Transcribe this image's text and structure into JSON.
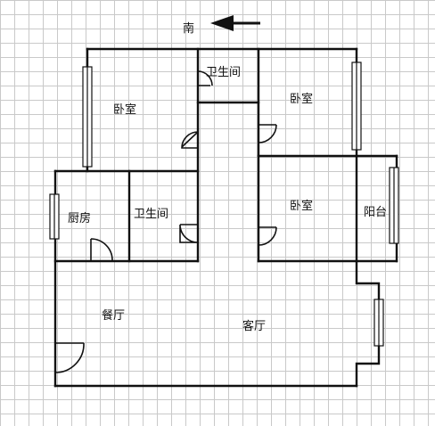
{
  "compass": {
    "label": "南",
    "arrow": "left-arrow-icon"
  },
  "rooms": {
    "bedroom_top": "卧室",
    "bathroom_top": "卫生间",
    "bedroom_right_top": "卧室",
    "bedroom_middle": "卧室",
    "kitchen": "厨房",
    "bathroom_middle": "卫生间",
    "balcony": "阳台",
    "dining": "餐厅",
    "living": "客厅"
  },
  "colors": {
    "grid": "#c9c9c9",
    "wall": "#111111",
    "background": "#ffffff"
  }
}
